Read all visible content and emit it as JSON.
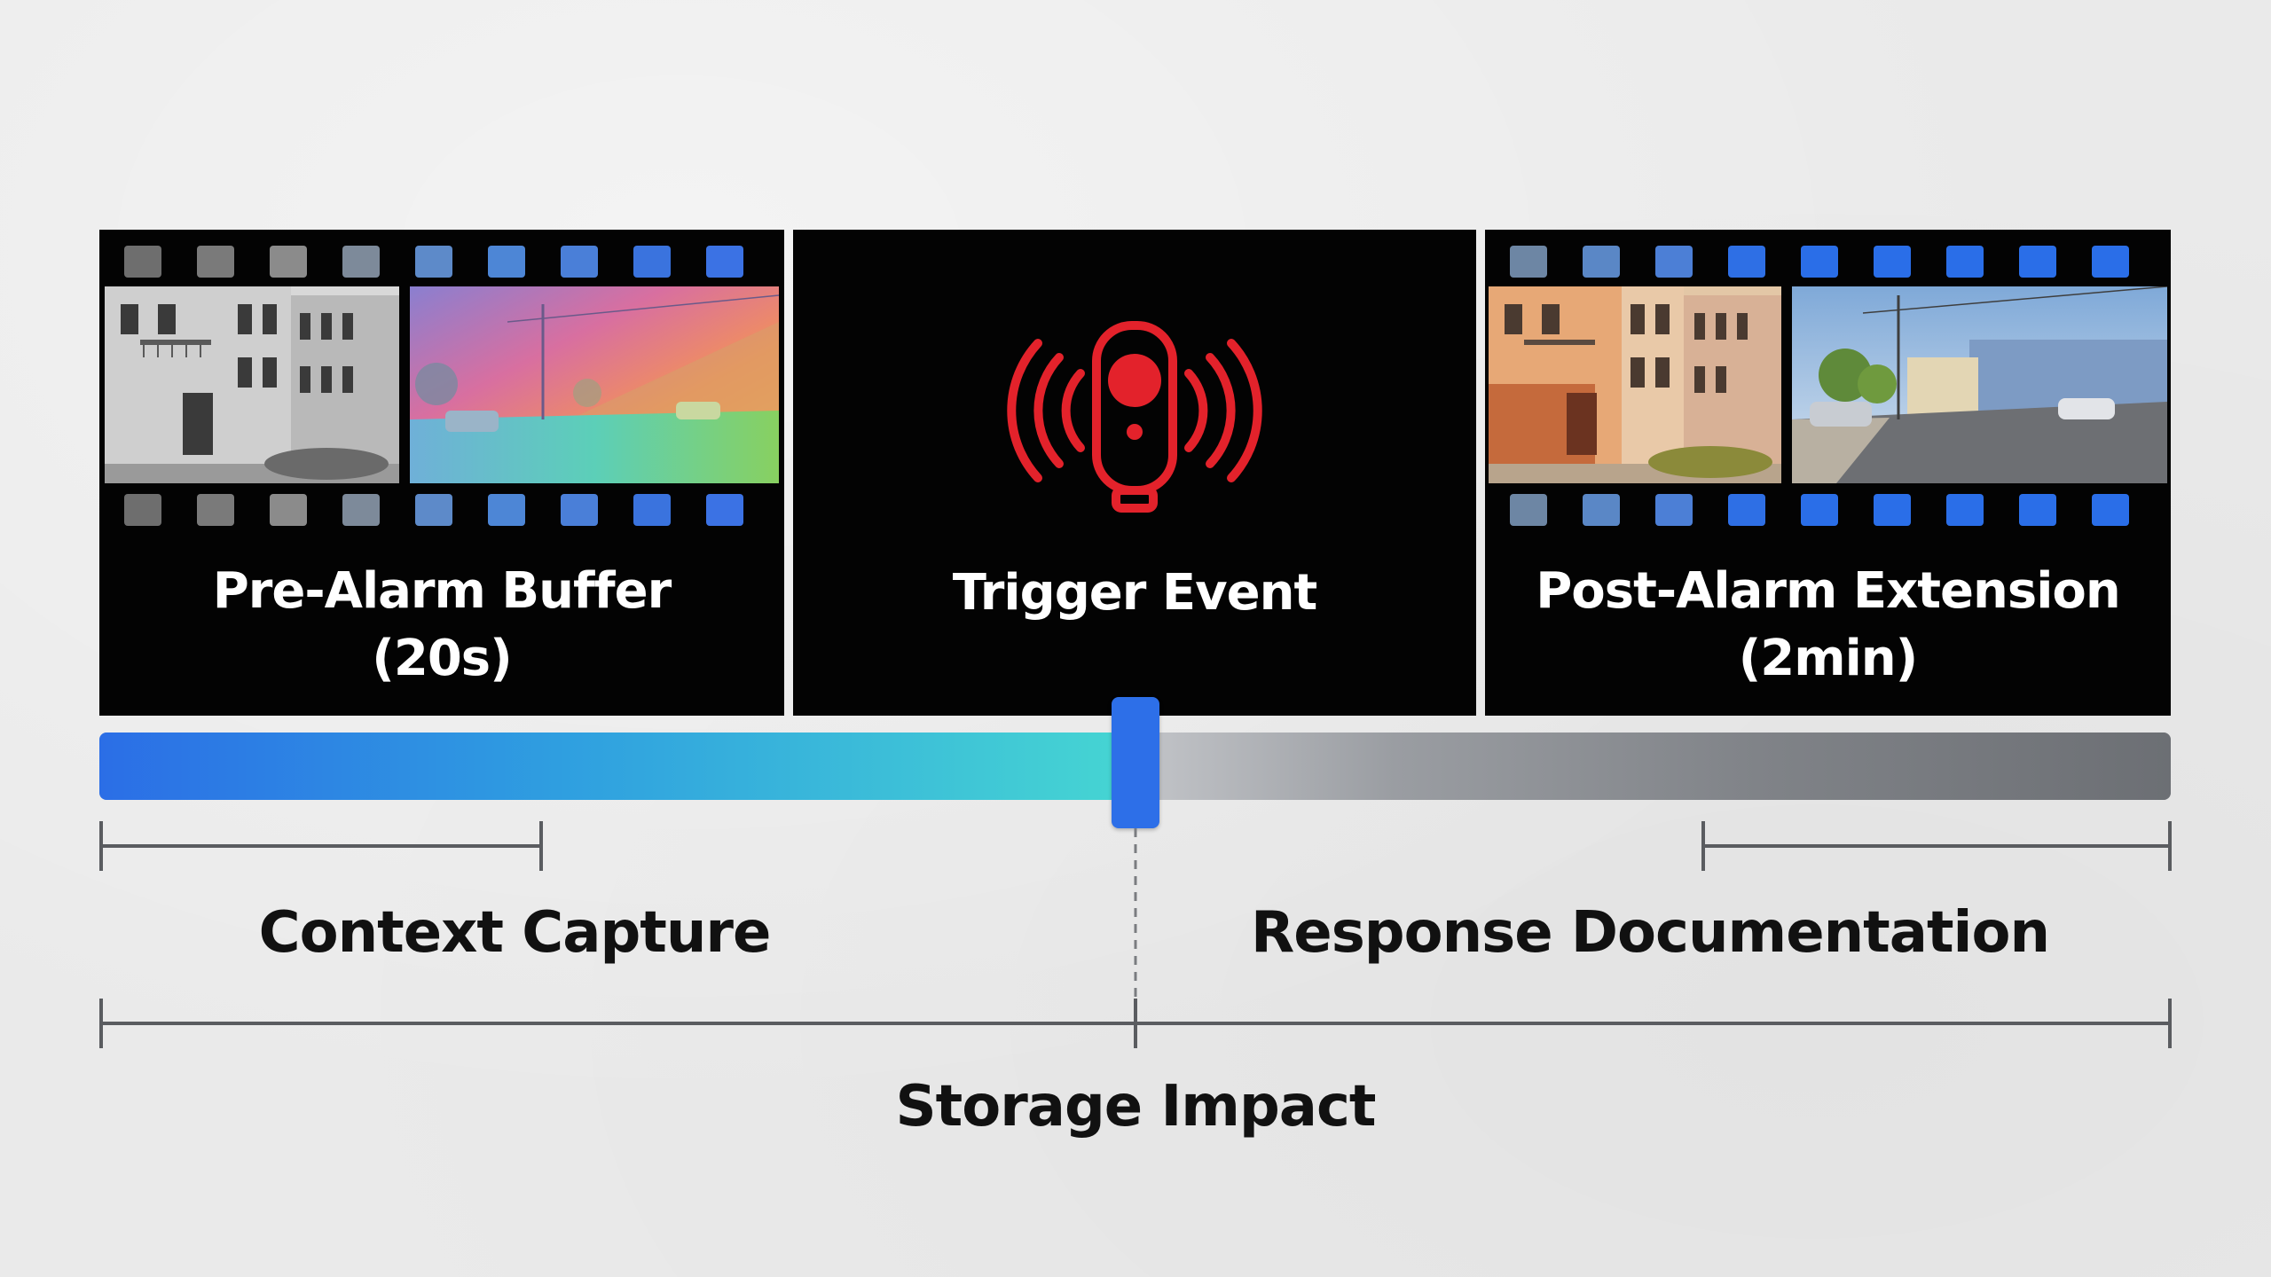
{
  "phases": {
    "pre_alarm": {
      "title_line1": "Pre-Alarm Buffer",
      "title_line2": "(20s)",
      "duration_seconds": 20
    },
    "trigger": {
      "title": "Trigger Event",
      "icon": "alarm-sensor-icon",
      "icon_color": "#e3222b"
    },
    "post_alarm": {
      "title_line1": "Post-Alarm Extension",
      "title_line2": "(2min)",
      "duration_seconds": 120
    }
  },
  "timeline": {
    "trigger_fraction": 0.5,
    "progress_colors": [
      "#2b6ee6",
      "#46d6d2"
    ],
    "marker_color": "#2d6fe8"
  },
  "brackets": {
    "context": "Context Capture",
    "response": "Response Documentation",
    "storage": "Storage Impact"
  },
  "colors": {
    "panel_bg": "#030303",
    "background": "#eaeaea",
    "sprocket_left": [
      "#6e6e6e",
      "#7a7a7a",
      "#8b8b8b",
      "#7d8a9a",
      "#5d8ac9",
      "#4d86d6",
      "#4a7fd8",
      "#3a73de",
      "#3b72e4"
    ],
    "sprocket_right": [
      "#6d86a4",
      "#5a87c6",
      "#4c7fd6",
      "#2e6fe5",
      "#2a6ee8",
      "#2a6ee8",
      "#2a6ee8",
      "#2a6ee8",
      "#2a6ee8"
    ]
  }
}
